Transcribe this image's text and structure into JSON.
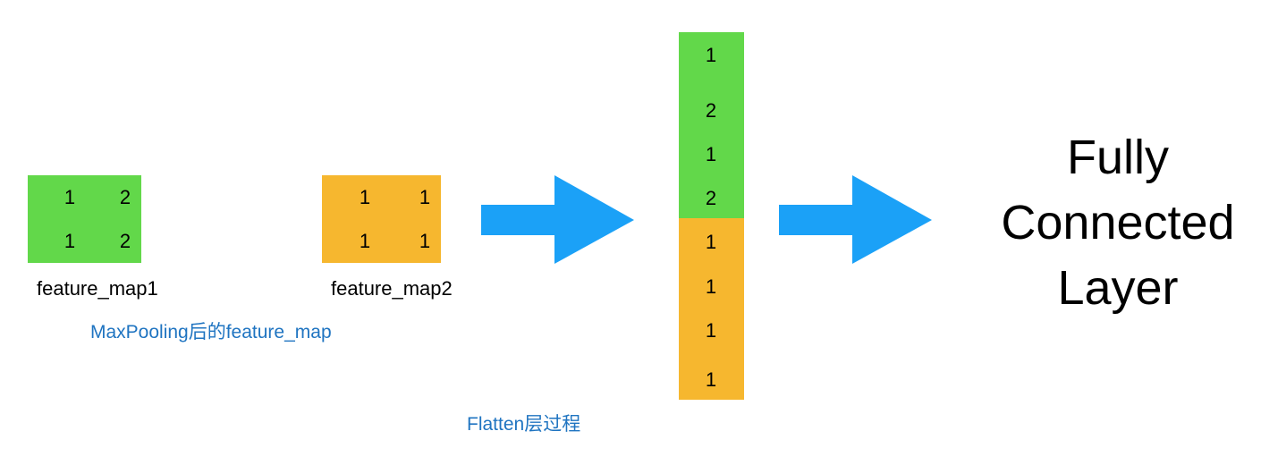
{
  "feature_map1": {
    "label": "feature_map1",
    "color": "#62d84a",
    "cells": [
      "1",
      "2",
      "1",
      "2"
    ]
  },
  "feature_map2": {
    "label": "feature_map2",
    "color": "#f6b72f",
    "cells": [
      "1",
      "1",
      "1",
      "1"
    ]
  },
  "maxpooling_caption": "MaxPooling后的feature_map",
  "flatten_caption": "Flatten层过程",
  "flattened_vector": {
    "values": [
      "1",
      "2",
      "1",
      "2",
      "1",
      "1",
      "1",
      "1"
    ],
    "green_count": 4,
    "orange_count": 4
  },
  "arrow_color": "#1ba1f7",
  "output": {
    "line1": "Fully",
    "line2": "Connected",
    "line3": "Layer"
  }
}
